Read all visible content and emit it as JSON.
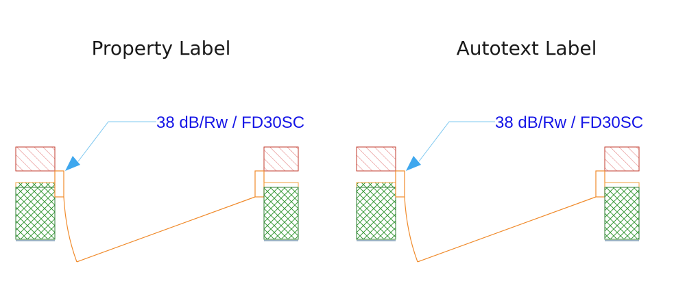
{
  "panels": [
    {
      "title": "Property Label",
      "label_text": "38 dB/Rw / FD30SC"
    },
    {
      "title": "Autotext Label",
      "label_text": "38 dB/Rw / FD30SC"
    }
  ],
  "colors": {
    "label_text": "#1515e6",
    "leader_line": "#7ec8f0",
    "arrowhead": "#3ea7ee",
    "door_swing": "#f08a2a",
    "wall_red_hatch": "#d9534f",
    "wall_green_hatch": "#3a9a3a",
    "wall_base_line": "#3a6a8a"
  }
}
